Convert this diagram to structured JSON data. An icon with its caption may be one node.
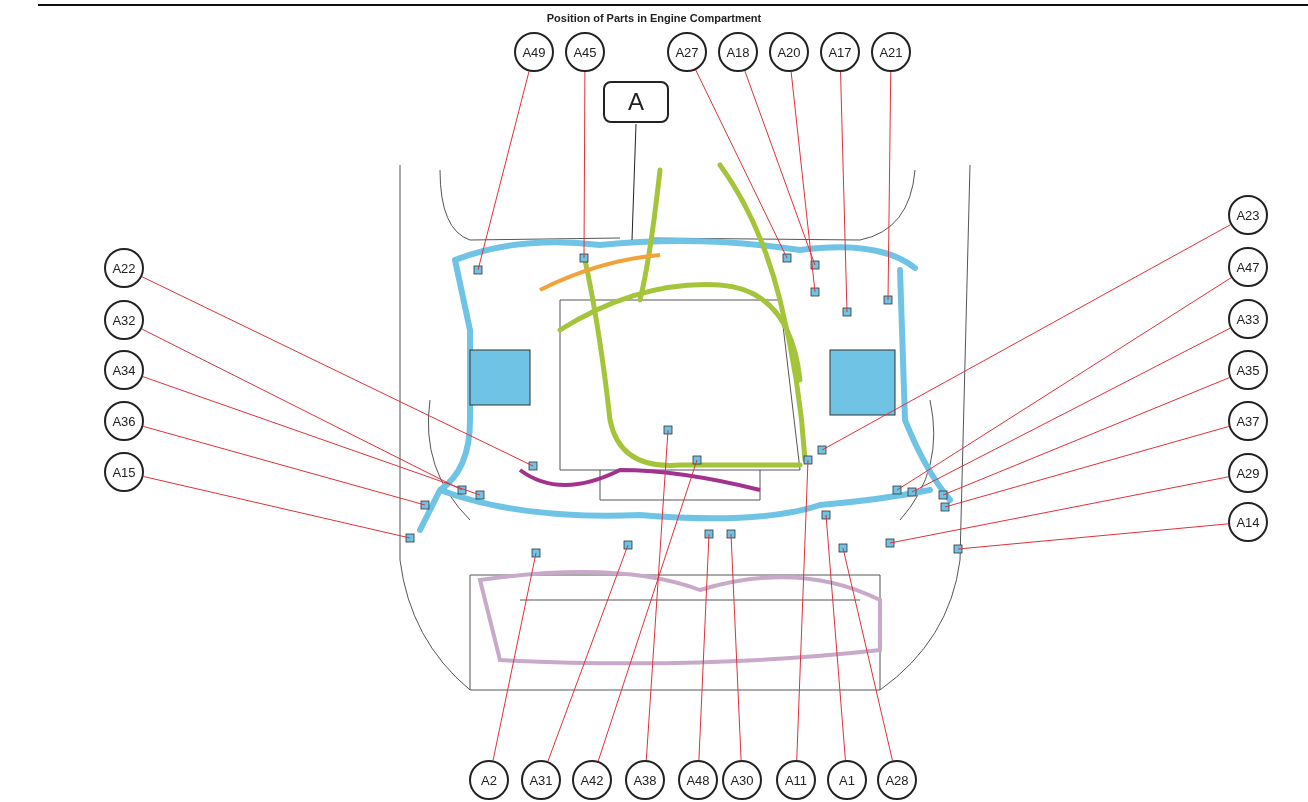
{
  "diagram": {
    "title": "Position of Parts in Engine Compartment",
    "nodes": [
      {
        "text": [
          "A49"
        ]
      },
      {
        "text": [
          "A45"
        ]
      },
      {
        "text": [
          "A27"
        ]
      },
      {
        "text": [
          "A18"
        ]
      },
      {
        "text": [
          "A20"
        ]
      },
      {
        "text": [
          "A17"
        ]
      },
      {
        "text": [
          "A21"
        ]
      },
      {
        "text": [
          "A"
        ]
      },
      {
        "text": [
          "A23"
        ]
      },
      {
        "text": [
          "A22"
        ]
      },
      {
        "text": [
          "A47"
        ]
      },
      {
        "text": [
          "A32"
        ]
      },
      {
        "text": [
          "A33"
        ]
      },
      {
        "text": [
          "A34"
        ]
      },
      {
        "text": [
          "A35"
        ]
      },
      {
        "text": [
          "A36"
        ]
      },
      {
        "text": [
          "A37"
        ]
      },
      {
        "text": [
          "A15"
        ]
      },
      {
        "text": [
          "A29"
        ]
      },
      {
        "text": [
          "A14"
        ]
      },
      {
        "text": [
          "A2"
        ]
      },
      {
        "text": [
          "A31"
        ]
      },
      {
        "text": [
          "A42"
        ]
      },
      {
        "text": [
          "A38"
        ]
      },
      {
        "text": [
          "A48"
        ]
      },
      {
        "text": [
          "A30"
        ]
      },
      {
        "text": [
          "A11"
        ]
      },
      {
        "text": [
          "A1"
        ]
      },
      {
        "text": [
          "A28"
        ]
      }
    ],
    "edges": [
      {
        "from": 0,
        "to": null,
        "arrow": "none"
      },
      {
        "from": 1,
        "to": null,
        "arrow": "none"
      },
      {
        "from": 2,
        "to": null,
        "arrow": "none"
      },
      {
        "from": 3,
        "to": null,
        "arrow": "none"
      },
      {
        "from": 4,
        "to": null,
        "arrow": "none"
      },
      {
        "from": 5,
        "to": null,
        "arrow": "none"
      },
      {
        "from": 6,
        "to": null,
        "arrow": "none"
      },
      {
        "from": 7,
        "to": null,
        "arrow": "none",
        "color": "#222222"
      },
      {
        "from": 8,
        "to": null,
        "arrow": "none"
      },
      {
        "from": 9,
        "to": null,
        "arrow": "none"
      },
      {
        "from": 10,
        "to": null,
        "arrow": "none"
      },
      {
        "from": 11,
        "to": null,
        "arrow": "none"
      },
      {
        "from": 12,
        "to": null,
        "arrow": "none"
      },
      {
        "from": 13,
        "to": null,
        "arrow": "none"
      },
      {
        "from": 14,
        "to": null,
        "arrow": "none"
      },
      {
        "from": 15,
        "to": null,
        "arrow": "none"
      },
      {
        "from": 16,
        "to": null,
        "arrow": "none"
      },
      {
        "from": 17,
        "to": null,
        "arrow": "none"
      },
      {
        "from": 18,
        "to": null,
        "arrow": "none"
      },
      {
        "from": 19,
        "to": null,
        "arrow": "none"
      },
      {
        "from": 20,
        "to": null,
        "arrow": "none"
      },
      {
        "from": 21,
        "to": null,
        "arrow": "none"
      },
      {
        "from": 22,
        "to": null,
        "arrow": "none"
      },
      {
        "from": 23,
        "to": null,
        "arrow": "none"
      },
      {
        "from": 24,
        "to": null,
        "arrow": "none"
      },
      {
        "from": 25,
        "to": null,
        "arrow": "none"
      },
      {
        "from": 26,
        "to": null,
        "arrow": "none"
      },
      {
        "from": 27,
        "to": null,
        "arrow": "none"
      },
      {
        "from": 28,
        "to": null,
        "arrow": "none"
      }
    ]
  }
}
